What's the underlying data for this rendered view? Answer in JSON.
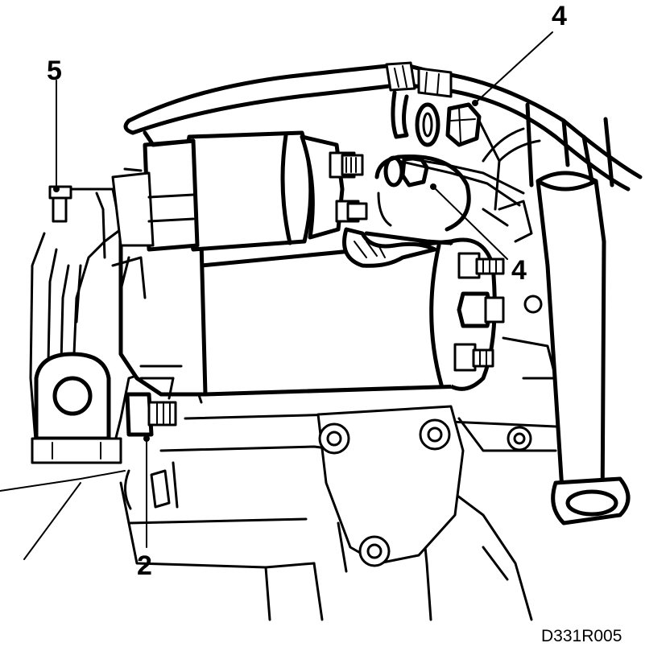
{
  "callouts": {
    "c5": "5",
    "c4_top": "4",
    "c4_mid": "4",
    "c2": "2"
  },
  "drawing_ref": "D331R005"
}
